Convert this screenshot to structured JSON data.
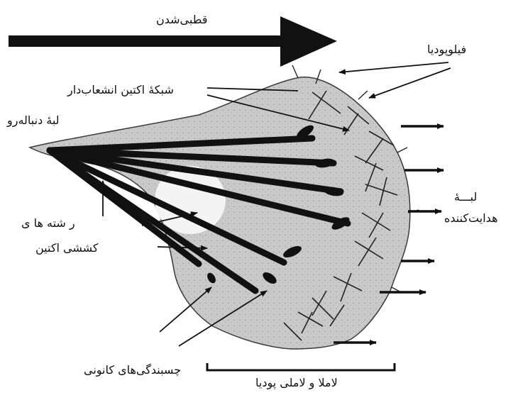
{
  "labels": {
    "polarization": "قطبی‌شدن",
    "filopodia": "فیلوپودیا",
    "branched_actin_network": "شبکهٔ اکتین انشعاب‌دار",
    "trailing_edge": "لبهٔ دنباله‌رو",
    "actin_stress_fibers_line1": "ر شته ها ی",
    "actin_stress_fibers_line2": "کششی اکتین",
    "leading_edge_line1": "لبـــهٔ",
    "leading_edge_line2": "هدایت‌کننده",
    "focal_adhesions": "چسبندگی‌های کانونی",
    "lamellipodia": "لاملا و لاملی پودیا"
  },
  "colors": {
    "ink": "#111111",
    "cell_fill": "#c9c9c9",
    "cell_outline": "#3a3a3a",
    "nucleus": "#f4f4f4"
  }
}
